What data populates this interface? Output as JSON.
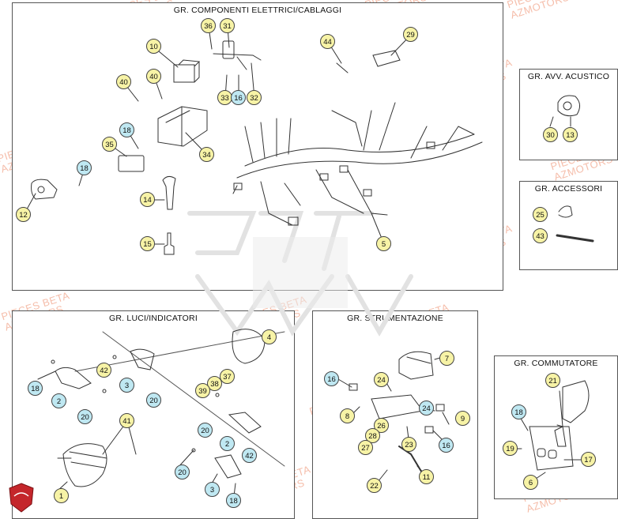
{
  "sections": {
    "elettrici": "GR. COMPONENTI ELETTRICI/CABLAGGI",
    "acustico": "GR. AVV. ACUSTICO",
    "accessori": "GR. ACCESSORI",
    "luci": "GR. LUCI/INDICATORI",
    "strumentazione": "GR. STRUMENTAZIONE",
    "commutatore": "GR. COMMUTATORE"
  },
  "watermark": {
    "line1": "PIECES BETA",
    "line2": "AZMOTORS"
  },
  "callouts": [
    {
      "n": "36",
      "c": "y"
    },
    {
      "n": "31",
      "c": "y"
    },
    {
      "n": "10",
      "c": "y"
    },
    {
      "n": "44",
      "c": "y"
    },
    {
      "n": "29",
      "c": "y"
    },
    {
      "n": "40",
      "c": "y"
    },
    {
      "n": "40",
      "c": "y"
    },
    {
      "n": "33",
      "c": "y"
    },
    {
      "n": "16",
      "c": "b"
    },
    {
      "n": "32",
      "c": "y"
    },
    {
      "n": "18",
      "c": "b"
    },
    {
      "n": "35",
      "c": "y"
    },
    {
      "n": "34",
      "c": "y"
    },
    {
      "n": "18",
      "c": "b"
    },
    {
      "n": "12",
      "c": "y"
    },
    {
      "n": "14",
      "c": "y"
    },
    {
      "n": "15",
      "c": "y"
    },
    {
      "n": "5",
      "c": "y"
    },
    {
      "n": "30",
      "c": "y"
    },
    {
      "n": "13",
      "c": "y"
    },
    {
      "n": "25",
      "c": "y"
    },
    {
      "n": "43",
      "c": "y"
    },
    {
      "n": "4",
      "c": "y"
    },
    {
      "n": "42",
      "c": "y"
    },
    {
      "n": "3",
      "c": "b"
    },
    {
      "n": "18",
      "c": "b"
    },
    {
      "n": "2",
      "c": "b"
    },
    {
      "n": "20",
      "c": "b"
    },
    {
      "n": "41",
      "c": "y"
    },
    {
      "n": "38",
      "c": "y"
    },
    {
      "n": "37",
      "c": "y"
    },
    {
      "n": "39",
      "c": "y"
    },
    {
      "n": "20",
      "c": "b"
    },
    {
      "n": "20",
      "c": "b"
    },
    {
      "n": "2",
      "c": "b"
    },
    {
      "n": "42",
      "c": "b"
    },
    {
      "n": "20",
      "c": "b"
    },
    {
      "n": "3",
      "c": "b"
    },
    {
      "n": "18",
      "c": "b"
    },
    {
      "n": "1",
      "c": "y"
    },
    {
      "n": "7",
      "c": "y"
    },
    {
      "n": "16",
      "c": "b"
    },
    {
      "n": "24",
      "c": "y"
    },
    {
      "n": "24",
      "c": "b"
    },
    {
      "n": "9",
      "c": "y"
    },
    {
      "n": "8",
      "c": "y"
    },
    {
      "n": "26",
      "c": "y"
    },
    {
      "n": "28",
      "c": "y"
    },
    {
      "n": "27",
      "c": "y"
    },
    {
      "n": "23",
      "c": "y"
    },
    {
      "n": "16",
      "c": "b"
    },
    {
      "n": "22",
      "c": "y"
    },
    {
      "n": "11",
      "c": "y"
    },
    {
      "n": "21",
      "c": "y"
    },
    {
      "n": "18",
      "c": "b"
    },
    {
      "n": "19",
      "c": "y"
    },
    {
      "n": "17",
      "c": "y"
    },
    {
      "n": "6",
      "c": "y"
    }
  ]
}
